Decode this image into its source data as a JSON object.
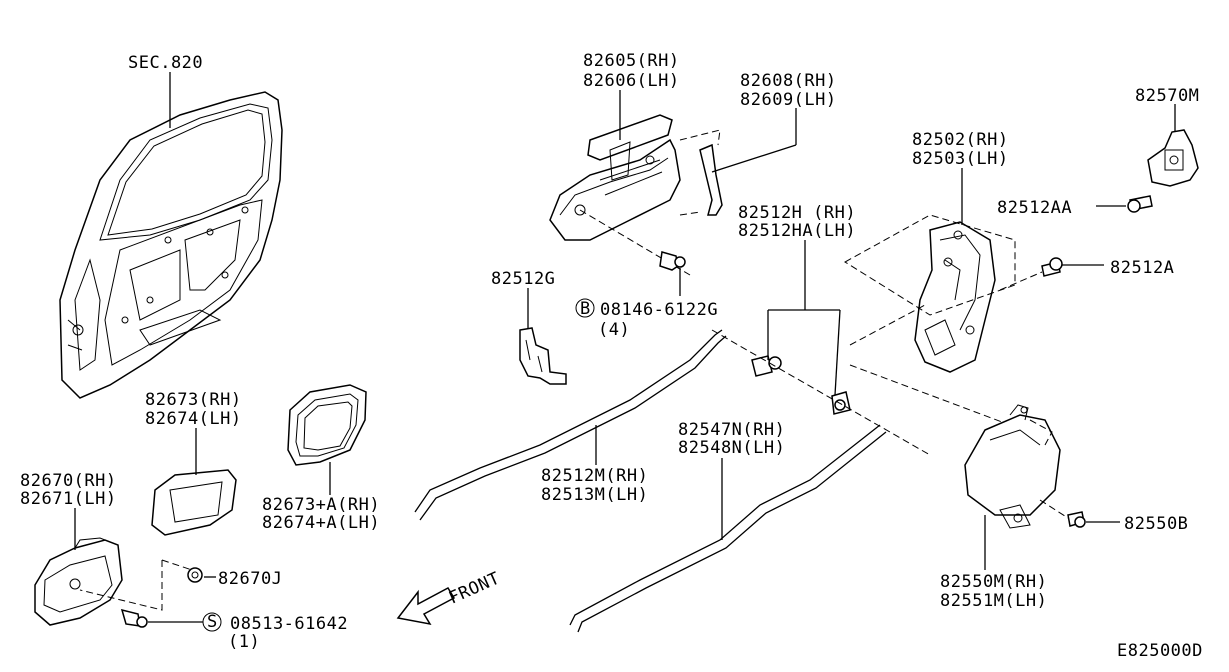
{
  "diagram_id": "E825000D",
  "labels": {
    "sec820": "SEC.820",
    "p82605": "82605(RH)",
    "p82606": "82606(LH)",
    "p82608": "82608(RH)",
    "p82609": "82609(LH)",
    "p82570m": "82570M",
    "p82502": "82502(RH)",
    "p82503": "82503(LH)",
    "p82512aa": "82512AA",
    "p82512h": "82512H (RH)",
    "p82512ha": "82512HA(LH)",
    "p82512a": "82512A",
    "p82512g": "82512G",
    "bolt_code": "08146-6122G",
    "bolt_marker": "B",
    "bolt_qty": "(4)",
    "p82673": "82673(RH)",
    "p82674": "82674(LH)",
    "p82673a": "82673+A(RH)",
    "p82674a": "82674+A(LH)",
    "p82512m": "82512M(RH)",
    "p82513m": "82513M(LH)",
    "p82547n": "82547N(RH)",
    "p82548n": "82548N(LH)",
    "p82670": "82670(RH)",
    "p82671": "82671(LH)",
    "p82670j": "82670J",
    "screw_code": "08513-61642",
    "screw_marker": "S",
    "screw_qty": "(1)",
    "front": "FRONT",
    "p82550b": "82550B",
    "p82550m": "82550M(RH)",
    "p82551m": "82551M(LH)"
  }
}
